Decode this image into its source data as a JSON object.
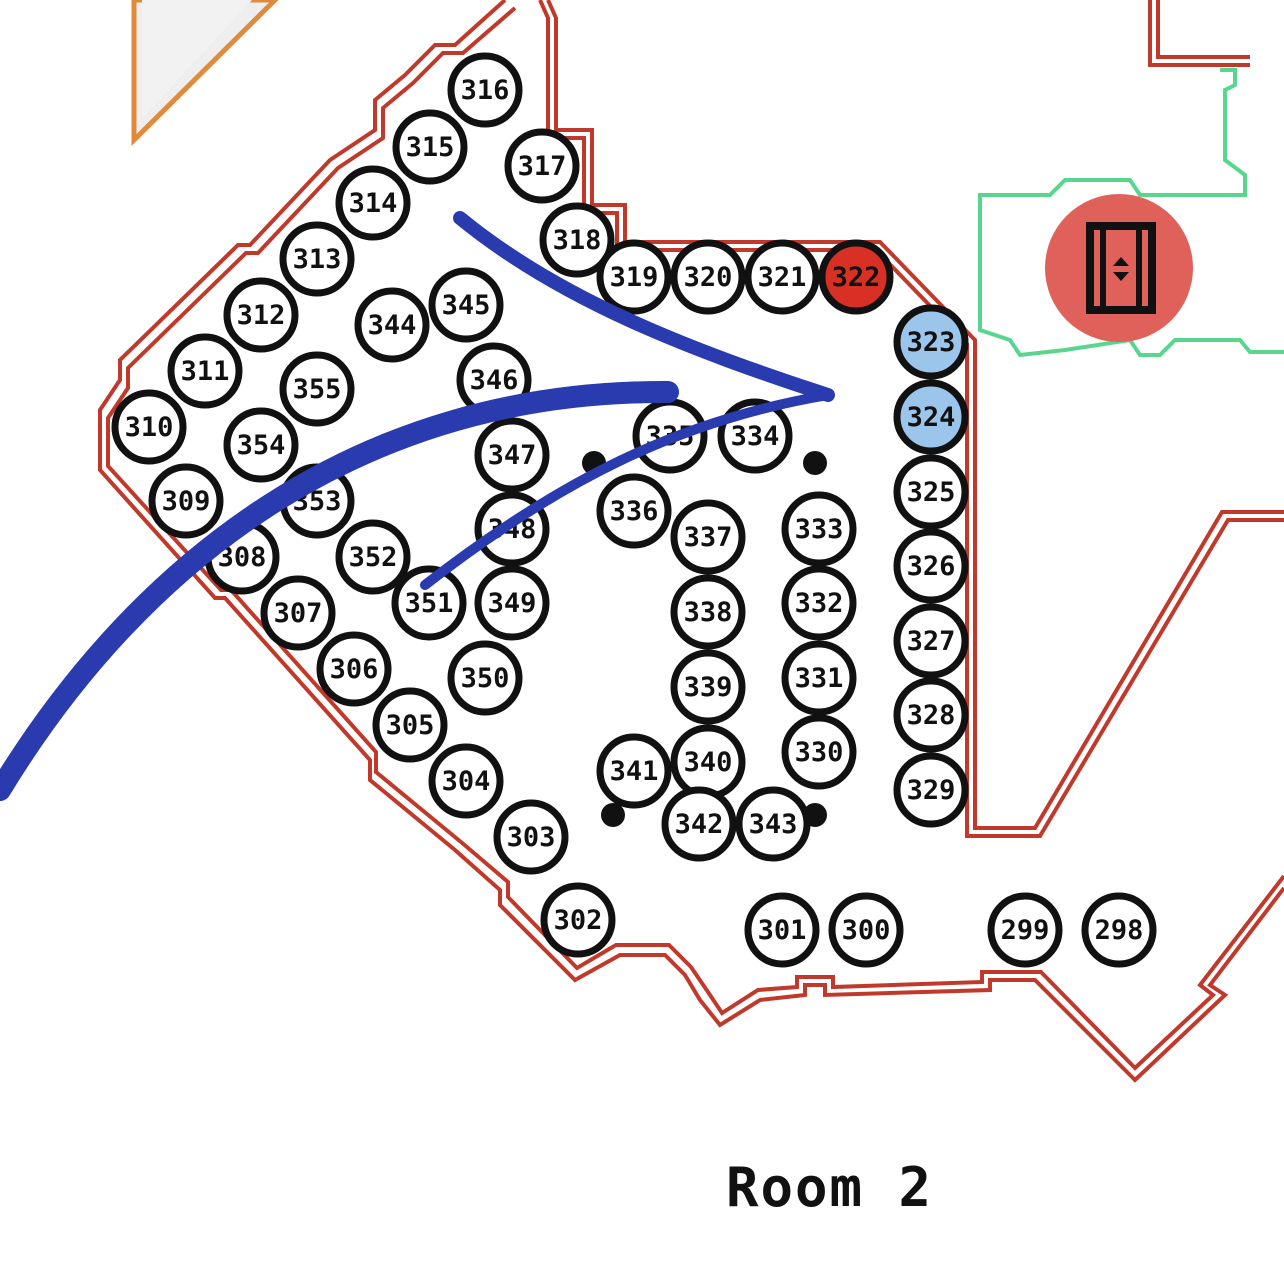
{
  "room_label": "Room 2",
  "colors": {
    "wall": "#c0392b",
    "highlight_red": "#d93025",
    "highlight_blue": "#9cc5ec",
    "zone_green": "#58d68d",
    "wall_orange": "#e08a3c",
    "arrow_blue": "#2a3bb0",
    "elevator_bg": "#e0605a"
  },
  "icons": {
    "elevator": "elevator-icon"
  },
  "booths": [
    {
      "id": "316",
      "state": "default"
    },
    {
      "id": "315",
      "state": "default"
    },
    {
      "id": "317",
      "state": "default"
    },
    {
      "id": "314",
      "state": "default"
    },
    {
      "id": "318",
      "state": "default"
    },
    {
      "id": "313",
      "state": "default"
    },
    {
      "id": "319",
      "state": "default"
    },
    {
      "id": "320",
      "state": "default"
    },
    {
      "id": "321",
      "state": "default"
    },
    {
      "id": "322",
      "state": "red"
    },
    {
      "id": "312",
      "state": "default"
    },
    {
      "id": "345",
      "state": "default"
    },
    {
      "id": "344",
      "state": "default"
    },
    {
      "id": "323",
      "state": "blue"
    },
    {
      "id": "311",
      "state": "default"
    },
    {
      "id": "355",
      "state": "default"
    },
    {
      "id": "346",
      "state": "default"
    },
    {
      "id": "324",
      "state": "blue"
    },
    {
      "id": "310",
      "state": "default"
    },
    {
      "id": "354",
      "state": "default"
    },
    {
      "id": "335",
      "state": "default"
    },
    {
      "id": "334",
      "state": "default"
    },
    {
      "id": "347",
      "state": "default"
    },
    {
      "id": "309",
      "state": "default"
    },
    {
      "id": "353",
      "state": "default"
    },
    {
      "id": "325",
      "state": "default"
    },
    {
      "id": "336",
      "state": "default"
    },
    {
      "id": "348",
      "state": "default"
    },
    {
      "id": "308",
      "state": "default"
    },
    {
      "id": "337",
      "state": "default"
    },
    {
      "id": "333",
      "state": "default"
    },
    {
      "id": "352",
      "state": "default"
    },
    {
      "id": "326",
      "state": "default"
    },
    {
      "id": "307",
      "state": "default"
    },
    {
      "id": "351",
      "state": "default"
    },
    {
      "id": "349",
      "state": "default"
    },
    {
      "id": "338",
      "state": "default"
    },
    {
      "id": "332",
      "state": "default"
    },
    {
      "id": "327",
      "state": "default"
    },
    {
      "id": "306",
      "state": "default"
    },
    {
      "id": "350",
      "state": "default"
    },
    {
      "id": "339",
      "state": "default"
    },
    {
      "id": "331",
      "state": "default"
    },
    {
      "id": "328",
      "state": "default"
    },
    {
      "id": "305",
      "state": "default"
    },
    {
      "id": "340",
      "state": "default"
    },
    {
      "id": "341",
      "state": "default"
    },
    {
      "id": "330",
      "state": "default"
    },
    {
      "id": "329",
      "state": "default"
    },
    {
      "id": "304",
      "state": "default"
    },
    {
      "id": "342",
      "state": "default"
    },
    {
      "id": "343",
      "state": "default"
    },
    {
      "id": "303",
      "state": "default"
    },
    {
      "id": "302",
      "state": "default"
    },
    {
      "id": "301",
      "state": "default"
    },
    {
      "id": "300",
      "state": "default"
    },
    {
      "id": "299",
      "state": "default"
    },
    {
      "id": "298",
      "state": "default"
    }
  ]
}
